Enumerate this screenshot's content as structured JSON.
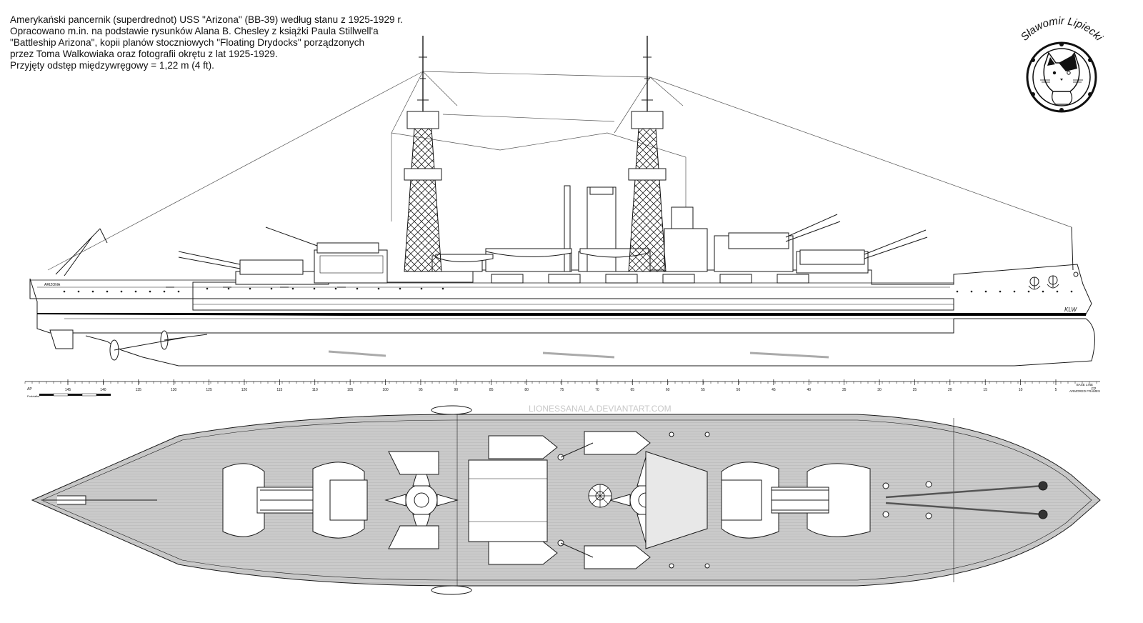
{
  "caption": {
    "lines": [
      "Amerykański pancernik (superdrednot) USS \"Arizona\" (BB-39) według stanu z 1925-1929 r.",
      "Opracowano m.in. na podstawie rysunków Alana B. Chesley z książki Paula Stillwell'a",
      "\"Battleship Arizona\", kopii planów stoczniowych \"Floating Drydocks\" porządzonych",
      "przez Toma Walkowiaka oraz fotografii okrętu z lat 1925-1929.",
      "Przyjęty odstęp międzywręgowy = 1,22 m (4 ft)."
    ]
  },
  "stamp": {
    "author": "Sławomir Lipiecki"
  },
  "profile": {
    "stern_name": "ARIZONA",
    "signature": "KLW"
  },
  "scale": {
    "left_tag": "AP",
    "right_tag": "FP",
    "base_line_label": "BASE LINE",
    "armored_frames_label": "ARMORED FRAMES",
    "frame_labels": [
      "145",
      "140",
      "135",
      "130",
      "125",
      "120",
      "115",
      "110",
      "105",
      "100",
      "95",
      "90",
      "85",
      "80",
      "75",
      "70",
      "65",
      "60",
      "55",
      "50",
      "45",
      "40",
      "35",
      "30",
      "25",
      "20",
      "15",
      "10",
      "5"
    ],
    "scale_bar_label": "Podziałka"
  },
  "watermark": {
    "text": "LIONESSANALA.DEVIANTART.COM"
  },
  "colors": {
    "ink": "#1a1a1a",
    "deck": "#c9c9c9",
    "hull_waterline": "#000000",
    "paper": "#ffffff"
  }
}
